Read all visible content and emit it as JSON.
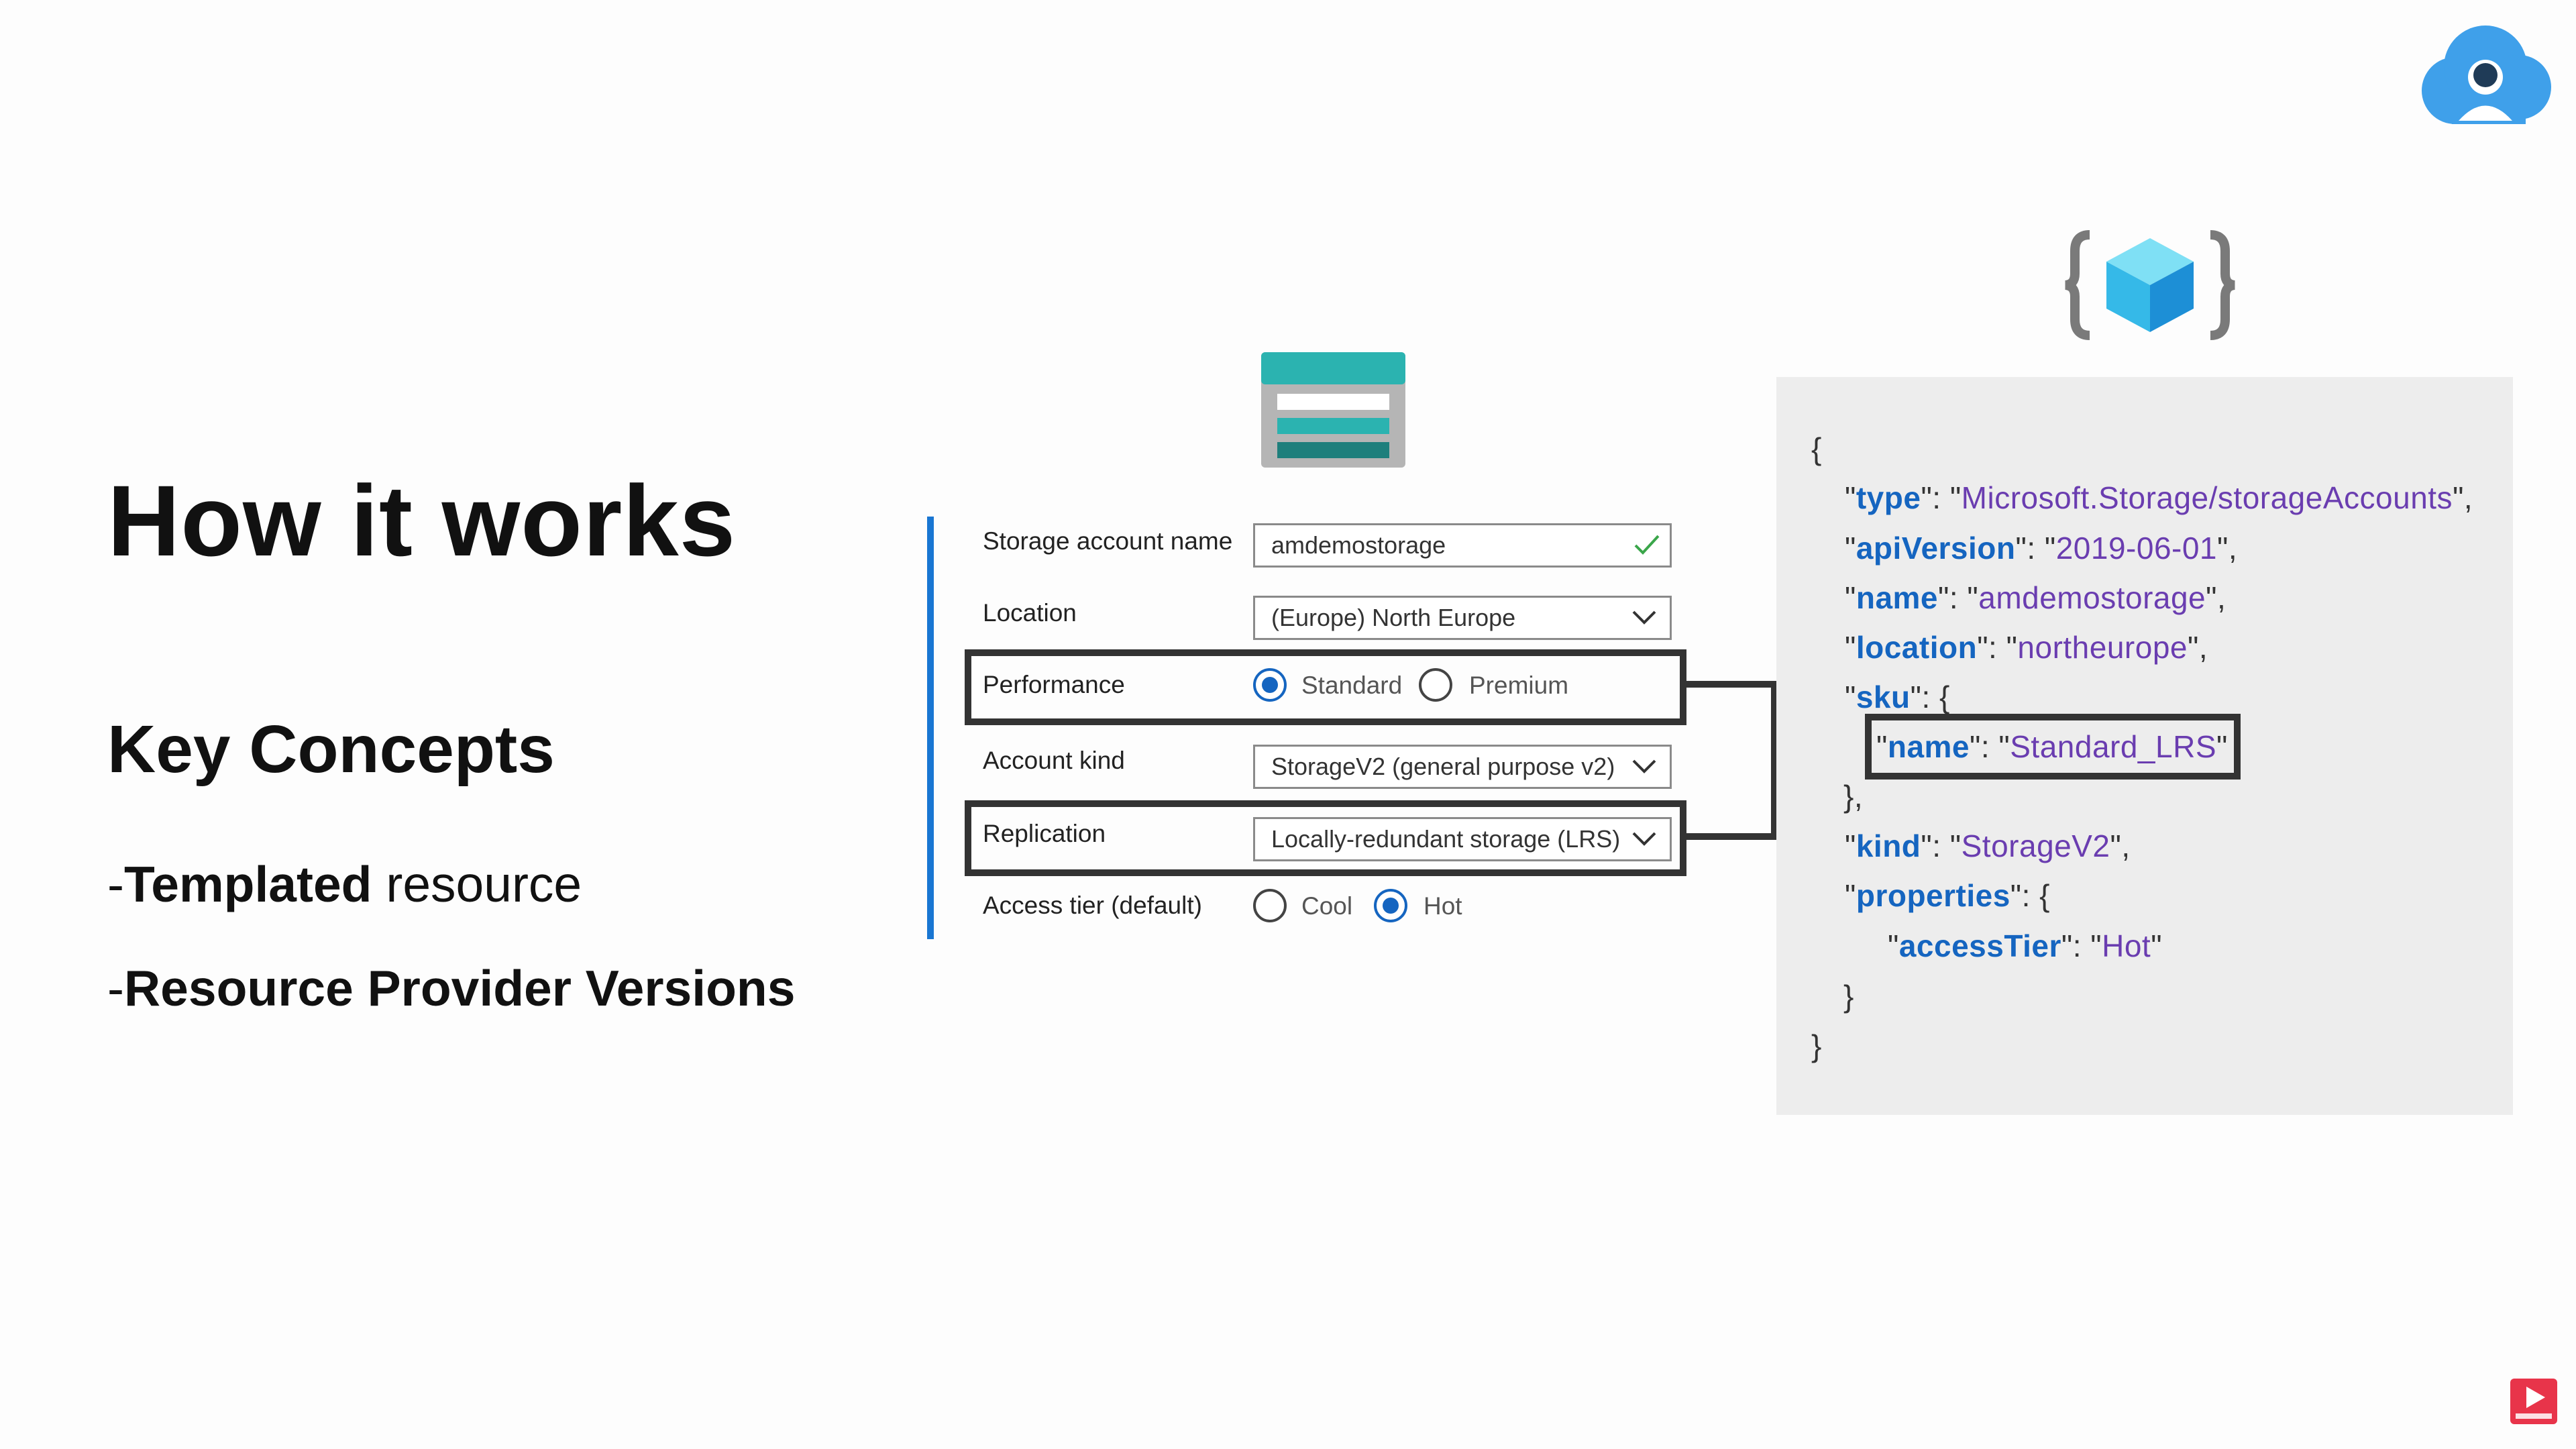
{
  "heading": "How it works",
  "subheading": "Key Concepts",
  "bullets": [
    {
      "dash": "-",
      "bold": "Templated",
      "rest": " resource"
    },
    {
      "dash": "-",
      "bold": "Resource Provider Versions",
      "rest": ""
    }
  ],
  "form": {
    "storage_account_name": {
      "label": "Storage account name",
      "value": "amdemostorage"
    },
    "location": {
      "label": "Location",
      "value": "(Europe) North Europe"
    },
    "performance": {
      "label": "Performance",
      "options": [
        "Standard",
        "Premium"
      ],
      "selected": "Standard"
    },
    "account_kind": {
      "label": "Account kind",
      "value": "StorageV2 (general purpose v2)"
    },
    "replication": {
      "label": "Replication",
      "value": "Locally-redundant storage (LRS)"
    },
    "access_tier": {
      "label": "Access tier (default)",
      "options": [
        "Cool",
        "Hot"
      ],
      "selected": "Hot"
    }
  },
  "code": {
    "open_brace": "{",
    "type_key": "type",
    "type_val": "Microsoft.Storage/storageAccounts",
    "api_key": "apiVersion",
    "api_val": "2019-06-01",
    "name_key": "name",
    "name_val": "amdemostorage",
    "location_key": "location",
    "location_val": "northeurope",
    "sku_key": "sku",
    "sku_name_key": "name",
    "sku_name_val": "Standard_LRS",
    "sku_close": "},",
    "kind_key": "kind",
    "kind_val": "StorageV2",
    "props_key": "properties",
    "tier_key": "accessTier",
    "tier_val": "Hot",
    "props_close": "}",
    "close_brace": "}"
  },
  "colors": {
    "accent": "#1976d2",
    "json_key": "#1565c0",
    "json_string": "#6a3db0",
    "panel_bg": "#ededed"
  },
  "icons": [
    "cloud-avatar-logo",
    "storage-account-icon",
    "arm-template-icon",
    "subscribe-icon"
  ]
}
